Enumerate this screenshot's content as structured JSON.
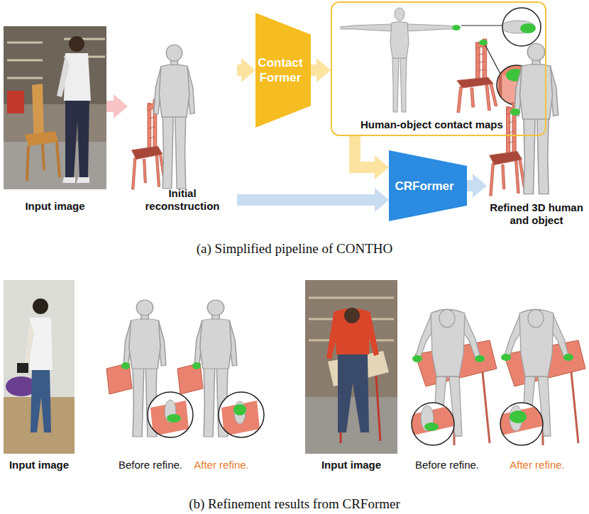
{
  "diagram": {
    "nodes": [
      {
        "text": [
          "Input image"
        ]
      },
      {
        "text": [
          "Initial reconstruction"
        ]
      },
      {
        "text": [
          "Contact Former"
        ]
      },
      {
        "text": [
          "Human-object contact maps"
        ]
      },
      {
        "text": [
          "CRFormer"
        ]
      },
      {
        "text": [
          "Refined 3D human and object"
        ]
      }
    ],
    "edges": [
      {
        "from": 0,
        "to": 1,
        "arrow": "to"
      },
      {
        "from": 1,
        "to": 2,
        "arrow": "to"
      },
      {
        "from": 2,
        "to": 3,
        "arrow": "to"
      },
      {
        "from": 3,
        "to": 4,
        "arrow": "to"
      },
      {
        "from": 1,
        "to": 4,
        "arrow": "to"
      },
      {
        "from": 4,
        "to": 5,
        "arrow": "to"
      }
    ],
    "labels": [
      "(a) Simplified pipeline of CONTHO",
      "Input image",
      "Before refine.",
      "After refine.",
      "Input image",
      "Before refine.",
      "After refine.",
      "(b) Refinement results from CRFormer"
    ]
  }
}
